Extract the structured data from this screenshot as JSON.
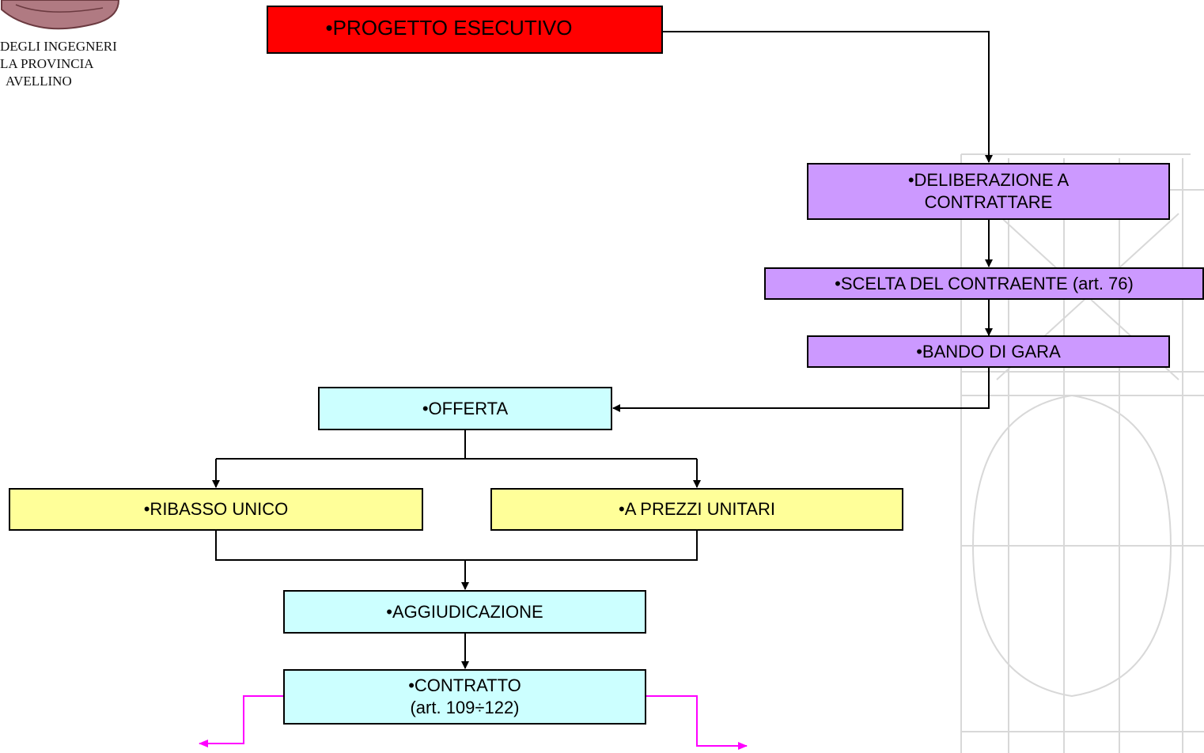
{
  "logo": {
    "lines": [
      "DEGLI INGEGNERI",
      "LA PROVINCIA",
      "AVELLINO"
    ]
  },
  "nodes": {
    "progetto": "•PROGETTO ESECUTIVO",
    "delib_1": "•DELIBERAZIONE A",
    "delib_2": "CONTRATTARE",
    "scelta": "•SCELTA DEL CONTRAENTE (art. 76)",
    "bando": "•BANDO DI GARA",
    "offerta": "•OFFERTA",
    "ribasso": "•RIBASSO UNICO",
    "prezzi": "•A PREZZI UNITARI",
    "aggiudicazione": "•AGGIUDICAZIONE",
    "contratto_1": "•CONTRATTO",
    "contratto_2": "(art. 109÷122)"
  },
  "colors": {
    "progetto": "#ff0000",
    "procedure_steps": "#cc99ff",
    "key_steps": "#ccffff",
    "offer_types": "#ffff99",
    "continuation_arrows": "#ff00ff",
    "background_drawing": "#d8d8d8"
  }
}
